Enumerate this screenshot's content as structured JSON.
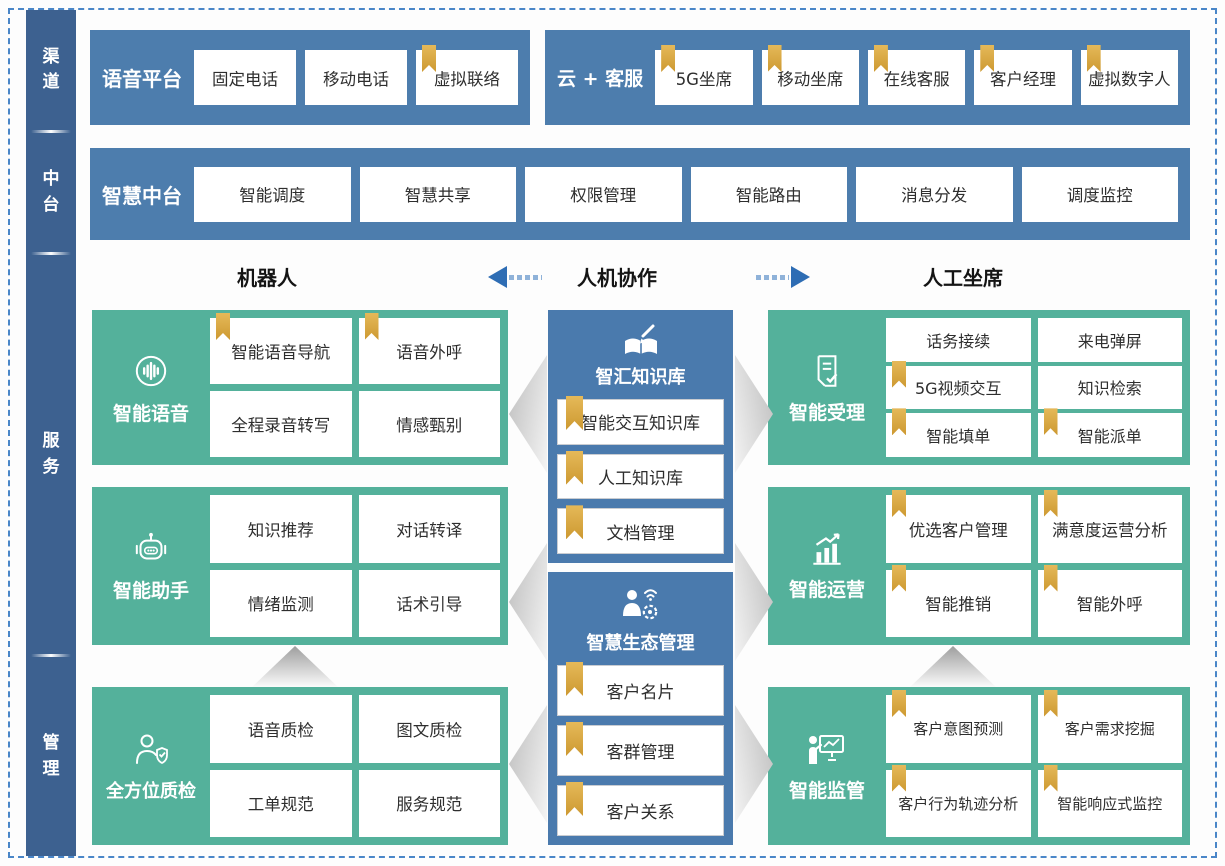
{
  "colors": {
    "sidebar_blue": "#3d6190",
    "block_blue": "#4d7dad",
    "green": "#54b19b",
    "bookmark_gold": "#d8a33d",
    "arrow_blue": "#2e6db4",
    "dash_border": "#4a86c8"
  },
  "sidebar": {
    "sections": [
      {
        "label": "渠道"
      },
      {
        "label": "中台"
      },
      {
        "label": "服务"
      },
      {
        "label": "管理"
      }
    ]
  },
  "channel_row": {
    "voice_platform": {
      "title": "语音平台",
      "items": [
        {
          "label": "固定电话",
          "bookmark": false
        },
        {
          "label": "移动电话",
          "bookmark": false
        },
        {
          "label": "虚拟联络",
          "bookmark": true
        }
      ]
    },
    "cloud_service": {
      "title": "云 + 客服",
      "items": [
        {
          "label": "5G坐席",
          "bookmark": true
        },
        {
          "label": "移动坐席",
          "bookmark": true
        },
        {
          "label": "在线客服",
          "bookmark": true
        },
        {
          "label": "客户经理",
          "bookmark": true
        },
        {
          "label": "虚拟数字人",
          "bookmark": true
        }
      ]
    }
  },
  "middle_platform_row": {
    "title": "智慧中台",
    "items": [
      {
        "label": "智能调度",
        "bookmark": false
      },
      {
        "label": "智慧共享",
        "bookmark": false
      },
      {
        "label": "权限管理",
        "bookmark": false
      },
      {
        "label": "智能路由",
        "bookmark": false
      },
      {
        "label": "消息分发",
        "bookmark": false
      },
      {
        "label": "调度监控",
        "bookmark": false
      }
    ]
  },
  "collaboration_header": {
    "left": "机器人",
    "center": "人机协作",
    "right": "人工坐席"
  },
  "robot_column": [
    {
      "title": "智能语音",
      "items": [
        {
          "label": "智能语音导航",
          "bookmark": true
        },
        {
          "label": "语音外呼",
          "bookmark": true
        },
        {
          "label": "全程录音转写",
          "bookmark": false
        },
        {
          "label": "情感甄别",
          "bookmark": false
        }
      ]
    },
    {
      "title": "智能助手",
      "items": [
        {
          "label": "知识推荐",
          "bookmark": false
        },
        {
          "label": "对话转译",
          "bookmark": false
        },
        {
          "label": "情绪监测",
          "bookmark": false
        },
        {
          "label": "话术引导",
          "bookmark": false
        }
      ]
    },
    {
      "title": "全方位质检",
      "items": [
        {
          "label": "语音质检",
          "bookmark": false
        },
        {
          "label": "图文质检",
          "bookmark": false
        },
        {
          "label": "工单规范",
          "bookmark": false
        },
        {
          "label": "服务规范",
          "bookmark": false
        }
      ]
    }
  ],
  "center_column": [
    {
      "title": "智汇知识库",
      "items": [
        {
          "label": "智能交互知识库",
          "bookmark": true
        },
        {
          "label": "人工知识库",
          "bookmark": true
        },
        {
          "label": "文档管理",
          "bookmark": true
        }
      ]
    },
    {
      "title": "智慧生态管理",
      "items": [
        {
          "label": "客户名片",
          "bookmark": true
        },
        {
          "label": "客群管理",
          "bookmark": true
        },
        {
          "label": "客户关系",
          "bookmark": true
        }
      ]
    }
  ],
  "agent_column": [
    {
      "title": "智能受理",
      "items": [
        {
          "label": "话务接续",
          "bookmark": false
        },
        {
          "label": "来电弹屏",
          "bookmark": false
        },
        {
          "label": "5G视频交互",
          "bookmark": true
        },
        {
          "label": "知识检索",
          "bookmark": false
        },
        {
          "label": "智能填单",
          "bookmark": true
        },
        {
          "label": "智能派单",
          "bookmark": true
        }
      ]
    },
    {
      "title": "智能运营",
      "items": [
        {
          "label": "优选客户管理",
          "bookmark": true
        },
        {
          "label": "满意度运营分析",
          "bookmark": true
        },
        {
          "label": "智能推销",
          "bookmark": true
        },
        {
          "label": "智能外呼",
          "bookmark": true
        }
      ]
    },
    {
      "title": "智能监管",
      "items": [
        {
          "label": "客户意图预测",
          "bookmark": true
        },
        {
          "label": "客户需求挖掘",
          "bookmark": true
        },
        {
          "label": "客户行为轨迹分析",
          "bookmark": true
        },
        {
          "label": "智能响应式监控",
          "bookmark": true
        }
      ]
    }
  ]
}
